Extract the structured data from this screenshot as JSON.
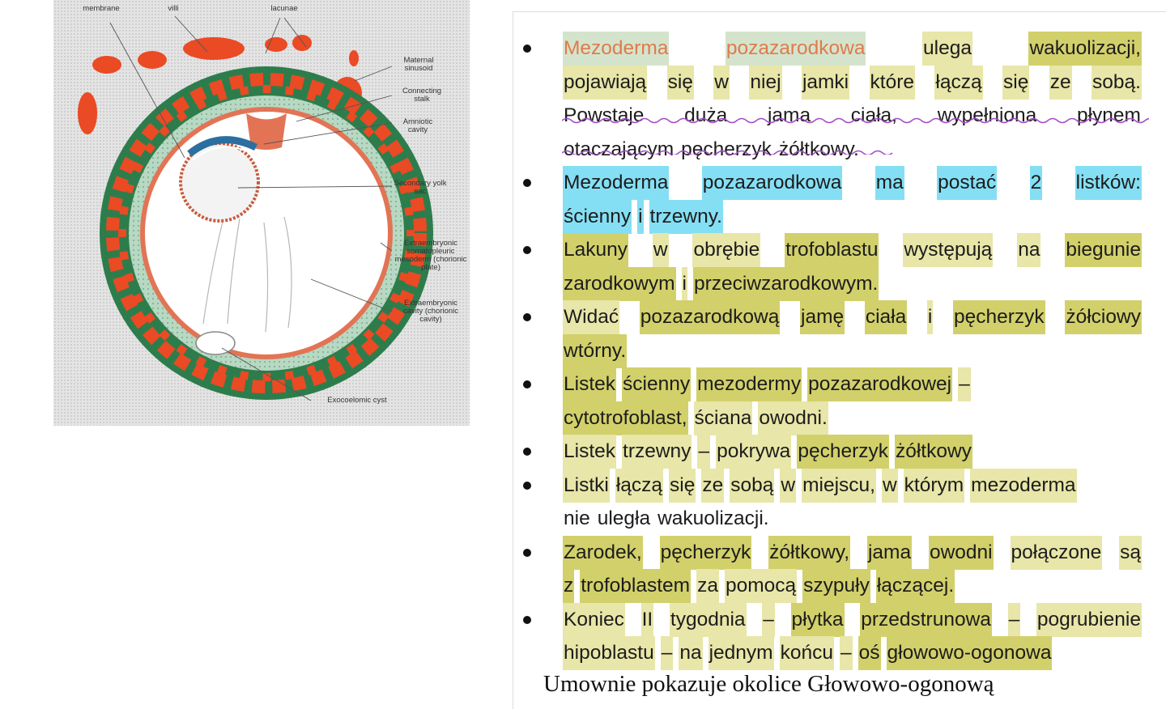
{
  "figure": {
    "labels": {
      "top_left": "membrane",
      "top_mid": "villi",
      "top_right": "lacunae",
      "maternal_sinusoid": "Maternal sinusoid",
      "connecting_stalk": "Connecting stalk",
      "amniotic_cavity": "Amniotic cavity",
      "secondary_yolk_sac": "Secondary yolk sac",
      "somatopleuric": "Extraembryonic somatopleuric mesoderm (chorionic plate)",
      "chorionic_cavity": "Extraembryonic cavity (chorionic cavity)",
      "exocoelomic_cyst": "Exocoelomic cyst"
    },
    "colors": {
      "red": "#ea4a24",
      "green": "#2d7d4c",
      "pale_green": "#b7d8c2",
      "blue": "#2b6fa0"
    }
  },
  "bullets": [
    {
      "lines": [
        {
          "justify": true,
          "words": [
            {
              "t": "Mezoderma",
              "hl": "hlg",
              "c": "orange"
            },
            {
              "t": "pozazarodkowa",
              "hl": "hlg",
              "c": "orange"
            },
            {
              "t": "ulega",
              "hl": "hl"
            },
            {
              "t": "wakuolizacji,",
              "hl": "hl2"
            }
          ]
        },
        {
          "justify": true,
          "words": [
            {
              "t": "pojawiają",
              "hl": "hl"
            },
            {
              "t": "się",
              "hl": "hl"
            },
            {
              "t": "w",
              "hl": "hl"
            },
            {
              "t": "niej",
              "hl": "hl"
            },
            {
              "t": "jamki",
              "hl": "hl"
            },
            {
              "t": "które",
              "hl": "hl"
            },
            {
              "t": "łączą",
              "hl": "hl"
            },
            {
              "t": "się",
              "hl": "hl"
            },
            {
              "t": "ze",
              "hl": "hl"
            },
            {
              "t": "sobą.",
              "hl": "hl"
            }
          ]
        },
        {
          "justify": true,
          "words": [
            {
              "t": "Powstaje"
            },
            {
              "t": "duża"
            },
            {
              "t": "jama"
            },
            {
              "t": "ciała,"
            },
            {
              "t": "wypełniona"
            },
            {
              "t": "płynem"
            }
          ]
        },
        {
          "justify": false,
          "words": [
            {
              "t": "otaczającym"
            },
            {
              "t": "pęcherzyk"
            },
            {
              "t": "żółtkowy."
            }
          ]
        }
      ]
    },
    {
      "lines": [
        {
          "justify": true,
          "words": [
            {
              "t": "Mezoderma",
              "hl": "hlb"
            },
            {
              "t": "pozazarodkowa",
              "hl": "hlb"
            },
            {
              "t": "ma",
              "hl": "hlb"
            },
            {
              "t": "postać",
              "hl": "hlb"
            },
            {
              "t": "2",
              "hl": "hlb"
            },
            {
              "t": "listków:",
              "hl": "hlb"
            }
          ]
        },
        {
          "justify": false,
          "words": [
            {
              "t": "ścienny",
              "hl": "hlb"
            },
            {
              "t": "i",
              "hl": "hlb"
            },
            {
              "t": "trzewny.",
              "hl": "hlb"
            }
          ]
        }
      ]
    },
    {
      "lines": [
        {
          "justify": true,
          "words": [
            {
              "t": "Lakuny",
              "hl": "hl2"
            },
            {
              "t": "w",
              "hl": "hl"
            },
            {
              "t": "obrębie",
              "hl": "hl"
            },
            {
              "t": "trofoblastu",
              "hl": "hl2"
            },
            {
              "t": "występują",
              "hl": "hl"
            },
            {
              "t": "na",
              "hl": "hl"
            },
            {
              "t": "biegunie",
              "hl": "hl2"
            }
          ]
        },
        {
          "justify": false,
          "words": [
            {
              "t": "zarodkowym",
              "hl": "hl2"
            },
            {
              "t": "i",
              "hl": "hl"
            },
            {
              "t": "przeciwzarodkowym.",
              "hl": "hl2"
            }
          ]
        }
      ]
    },
    {
      "lines": [
        {
          "justify": true,
          "words": [
            {
              "t": "Widać",
              "hl": "hl"
            },
            {
              "t": "pozazarodkową",
              "hl": "hl2"
            },
            {
              "t": "jamę",
              "hl": "hl2"
            },
            {
              "t": "ciała",
              "hl": "hl2"
            },
            {
              "t": "i",
              "hl": "hl"
            },
            {
              "t": "pęcherzyk",
              "hl": "hl2"
            },
            {
              "t": "żółciowy",
              "hl": "hl2"
            }
          ]
        },
        {
          "justify": false,
          "words": [
            {
              "t": "wtórny.",
              "hl": "hl2"
            }
          ]
        }
      ]
    },
    {
      "lines": [
        {
          "justify": false,
          "words": [
            {
              "t": "Listek",
              "hl": "hl2"
            },
            {
              "t": "ścienny",
              "hl": "hl2"
            },
            {
              "t": "mezodermy",
              "hl": "hl2"
            },
            {
              "t": "pozazarodkowej",
              "hl": "hl2"
            },
            {
              "t": "–",
              "hl": "hl"
            }
          ]
        },
        {
          "justify": false,
          "words": [
            {
              "t": "cytotrofoblast,",
              "hl": "hl2"
            },
            {
              "t": "ściana",
              "hl": "hl"
            },
            {
              "t": "owodni.",
              "hl": "hl"
            }
          ]
        }
      ]
    },
    {
      "lines": [
        {
          "justify": false,
          "words": [
            {
              "t": "Listek",
              "hl": "hl"
            },
            {
              "t": "trzewny",
              "hl": "hl"
            },
            {
              "t": "–",
              "hl": "hl"
            },
            {
              "t": "pokrywa",
              "hl": "hl"
            },
            {
              "t": "pęcherzyk",
              "hl": "hl2"
            },
            {
              "t": "żółtkowy",
              "hl": "hl2"
            }
          ]
        }
      ]
    },
    {
      "lines": [
        {
          "justify": false,
          "words": [
            {
              "t": "Listki",
              "hl": "hl"
            },
            {
              "t": "łączą",
              "hl": "hl"
            },
            {
              "t": "się",
              "hl": "hl"
            },
            {
              "t": "ze",
              "hl": "hl"
            },
            {
              "t": "sobą",
              "hl": "hl"
            },
            {
              "t": "w",
              "hl": "hl"
            },
            {
              "t": "miejscu,",
              "hl": "hl"
            },
            {
              "t": "w",
              "hl": "hl"
            },
            {
              "t": "którym",
              "hl": "hl"
            },
            {
              "t": "mezoderma",
              "hl": "hl"
            }
          ]
        },
        {
          "justify": false,
          "words": [
            {
              "t": "nie"
            },
            {
              "t": "uległa"
            },
            {
              "t": "wakuolizacji."
            }
          ]
        }
      ]
    },
    {
      "lines": [
        {
          "justify": true,
          "words": [
            {
              "t": "Zarodek,",
              "hl": "hl2"
            },
            {
              "t": "pęcherzyk",
              "hl": "hl2"
            },
            {
              "t": "żółtkowy,",
              "hl": "hl2"
            },
            {
              "t": "jama",
              "hl": "hl2"
            },
            {
              "t": "owodni",
              "hl": "hl2"
            },
            {
              "t": "połączone",
              "hl": "hl"
            },
            {
              "t": "są",
              "hl": "hl"
            }
          ]
        },
        {
          "justify": false,
          "words": [
            {
              "t": "z",
              "hl": "hl2"
            },
            {
              "t": "trofoblastem",
              "hl": "hl2"
            },
            {
              "t": "za",
              "hl": "hl"
            },
            {
              "t": "pomocą",
              "hl": "hl"
            },
            {
              "t": "szypuły",
              "hl": "hl2"
            },
            {
              "t": "łączącej.",
              "hl": "hl2"
            }
          ]
        }
      ]
    },
    {
      "lines": [
        {
          "justify": true,
          "words": [
            {
              "t": "Koniec",
              "hl": "hl"
            },
            {
              "t": "II",
              "hl": "hl"
            },
            {
              "t": "tygodnia",
              "hl": "hl"
            },
            {
              "t": "–",
              "hl": "hl"
            },
            {
              "t": "płytka",
              "hl": "hl2"
            },
            {
              "t": "przedstrunowa",
              "hl": "hl2"
            },
            {
              "t": "–",
              "hl": "hl"
            },
            {
              "t": "pogrubienie",
              "hl": "hl"
            }
          ]
        },
        {
          "justify": false,
          "words": [
            {
              "t": "hipoblastu",
              "hl": "hl"
            },
            {
              "t": "–",
              "hl": "hl"
            },
            {
              "t": "na",
              "hl": "hl"
            },
            {
              "t": "jednym",
              "hl": "hl"
            },
            {
              "t": "końcu",
              "hl": "hl"
            },
            {
              "t": "–",
              "hl": "hl"
            },
            {
              "t": "oś",
              "hl": "hl2"
            },
            {
              "t": "głowowo-ogonowa",
              "hl": "hl2"
            }
          ]
        }
      ]
    }
  ],
  "footer": "Umownie pokazuje okolice Głowowo-ogonową"
}
